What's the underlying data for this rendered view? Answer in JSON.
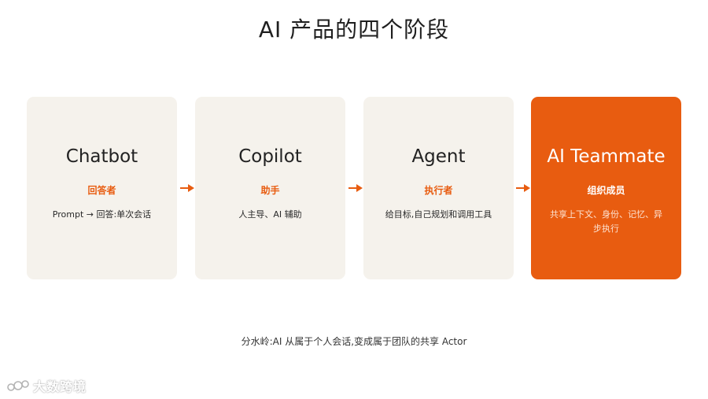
{
  "title": "AI 产品的四个阶段",
  "accent_color": "#e85c10",
  "card_bg_color": "#f5f2ec",
  "stages": [
    {
      "name": "Chatbot",
      "role": "回答者",
      "desc": "Prompt → 回答:单次会话"
    },
    {
      "name": "Copilot",
      "role": "助手",
      "desc": "人主导、AI 辅助"
    },
    {
      "name": "Agent",
      "role": "执行者",
      "desc": "给目标,自己规划和调用工具"
    },
    {
      "name": "AI Teammate",
      "role": "组织成员",
      "desc": "共享上下文、身份、记忆、异步执行"
    }
  ],
  "arrow_icon": "arrow-right-icon",
  "footer": "分水岭:AI 从属于个人会话,变成属于团队的共享 Actor",
  "watermark": {
    "text": "大数跨境",
    "icon": "brand-logo-icon"
  }
}
